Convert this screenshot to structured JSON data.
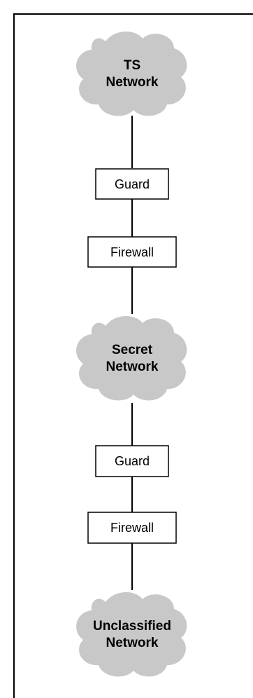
{
  "diagram": {
    "nodes": [
      {
        "id": "ts-network",
        "type": "cloud",
        "lines": [
          "TS",
          "Network"
        ]
      },
      {
        "id": "guard-1",
        "type": "box",
        "label": "Guard"
      },
      {
        "id": "firewall-1",
        "type": "box",
        "label": "Firewall"
      },
      {
        "id": "secret-network",
        "type": "cloud",
        "lines": [
          "Secret",
          "Network"
        ]
      },
      {
        "id": "guard-2",
        "type": "box",
        "label": "Guard"
      },
      {
        "id": "firewall-2",
        "type": "box",
        "label": "Firewall"
      },
      {
        "id": "unclassified-network",
        "type": "cloud",
        "lines": [
          "Unclassified",
          "Network"
        ]
      }
    ],
    "connections": [
      [
        "ts-network",
        "guard-1"
      ],
      [
        "guard-1",
        "firewall-1"
      ],
      [
        "firewall-1",
        "secret-network"
      ],
      [
        "secret-network",
        "guard-2"
      ],
      [
        "guard-2",
        "firewall-2"
      ],
      [
        "firewall-2",
        "unclassified-network"
      ]
    ],
    "colors": {
      "cloud_fill": "#c8c8c8",
      "box_fill": "#ffffff",
      "stroke": "#000000"
    }
  }
}
